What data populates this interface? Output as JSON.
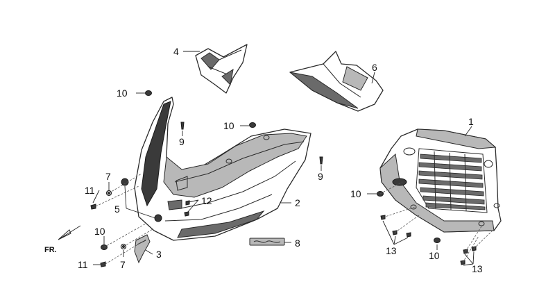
{
  "diagram": {
    "direction_label": "FR.",
    "callouts": [
      {
        "id": "c1",
        "text": "1"
      },
      {
        "id": "c2",
        "text": "2"
      },
      {
        "id": "c3",
        "text": "3"
      },
      {
        "id": "c4",
        "text": "4"
      },
      {
        "id": "c5",
        "text": "5"
      },
      {
        "id": "c6",
        "text": "6"
      },
      {
        "id": "c7a",
        "text": "7"
      },
      {
        "id": "c7b",
        "text": "7"
      },
      {
        "id": "c8",
        "text": "8"
      },
      {
        "id": "c9a",
        "text": "9"
      },
      {
        "id": "c9b",
        "text": "9"
      },
      {
        "id": "c10a",
        "text": "10"
      },
      {
        "id": "c10b",
        "text": "10"
      },
      {
        "id": "c10c",
        "text": "10"
      },
      {
        "id": "c10d",
        "text": "10"
      },
      {
        "id": "c11a",
        "text": "11"
      },
      {
        "id": "c11b",
        "text": "11"
      },
      {
        "id": "c12",
        "text": "12"
      },
      {
        "id": "c13a",
        "text": "13"
      },
      {
        "id": "c13b",
        "text": "13"
      }
    ]
  }
}
